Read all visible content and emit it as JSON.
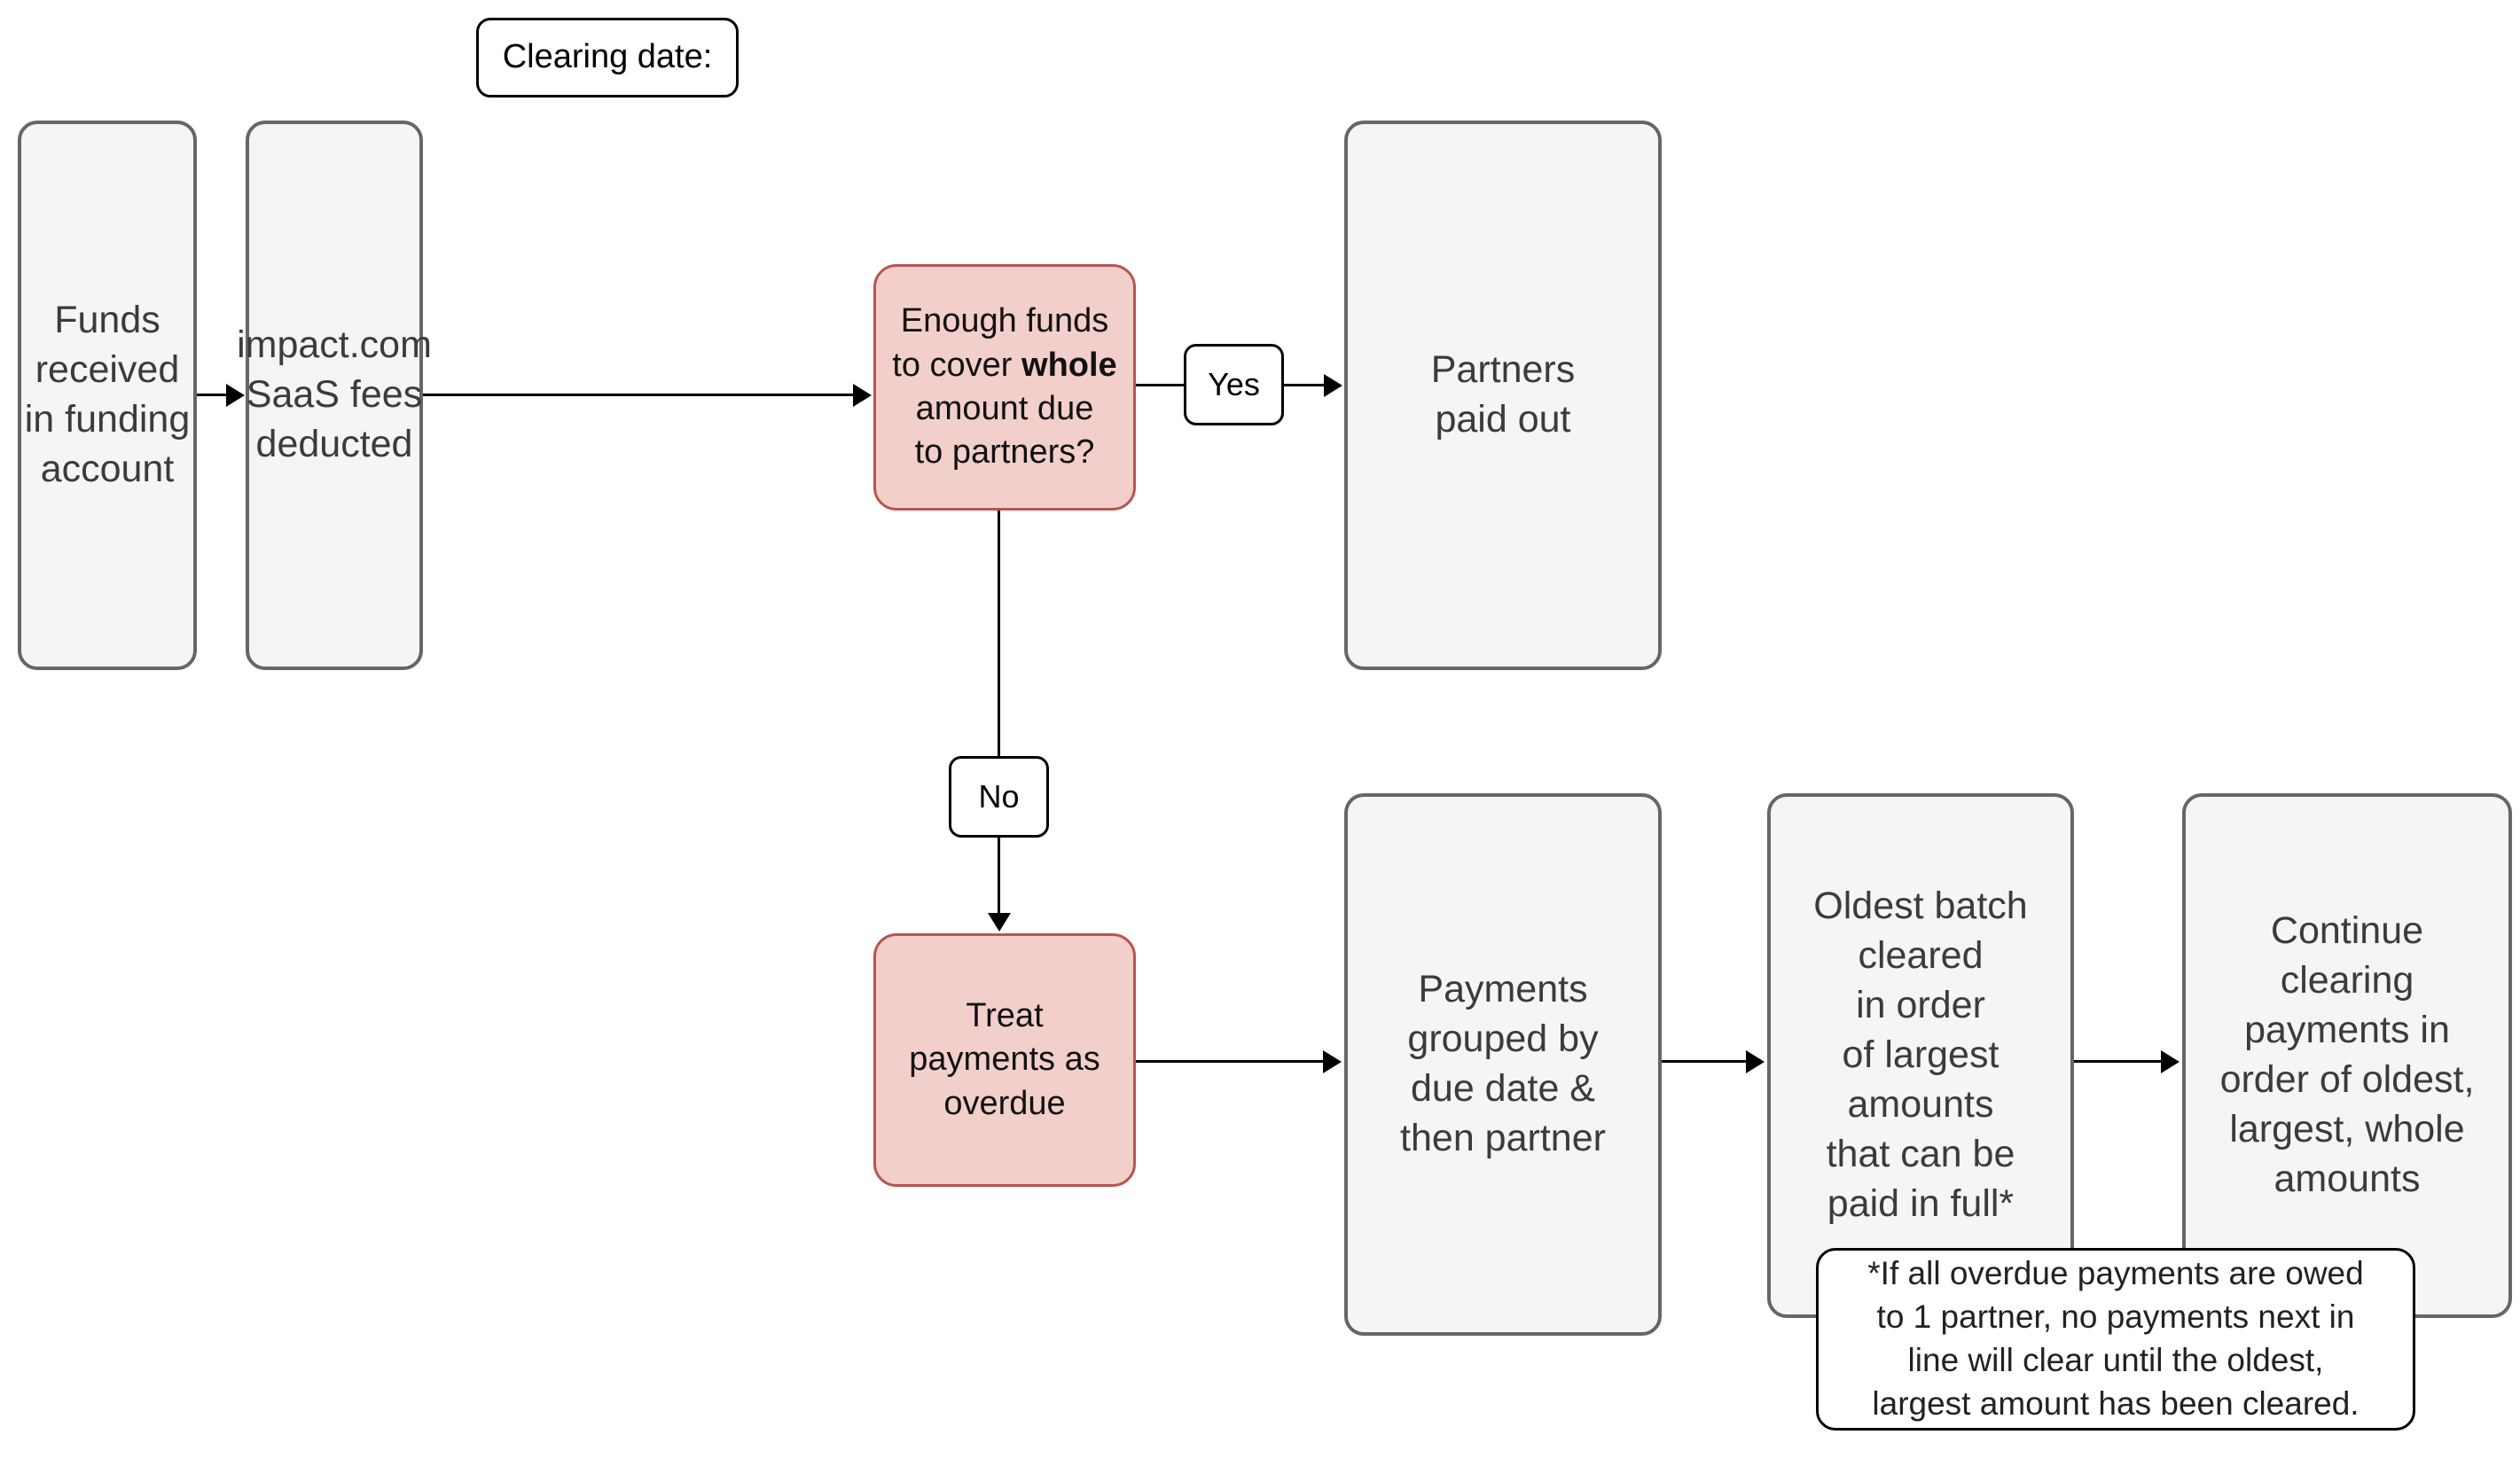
{
  "diagram": {
    "title": "Partner payment clearing flow",
    "colors": {
      "process_fill": "#f5f5f5",
      "process_stroke": "#666666",
      "decision_fill": "#f2cfcb",
      "decision_stroke": "#b85450",
      "chip_fill": "#ffffff",
      "chip_stroke": "#000000",
      "text": "#3b3b3b",
      "background": "#ffffff"
    },
    "labels": {
      "clearing_date": "Clearing date:",
      "yes": "Yes",
      "no": "No"
    },
    "nodes": {
      "funds_received": "Funds received\nin funding\naccount",
      "saas_fees": "impact.com\nSaaS fees\ndeducted",
      "enough_funds_pre": "Enough funds\nto cover ",
      "enough_funds_bold": "whole",
      "enough_funds_post": "\namount due\nto partners?",
      "partners_paid": "Partners\npaid out",
      "treat_overdue": "Treat\npayments as\noverdue",
      "grouped": "Payments\ngrouped by\ndue date &\nthen partner",
      "oldest_batch": "Oldest batch\ncleared\nin order\nof largest\namounts\nthat can be\npaid in full*",
      "continue_clearing": "Continue\nclearing\npayments in\norder of oldest,\nlargest, whole\namounts"
    },
    "footnote": "*If all overdue payments are owed\nto 1 partner, no payments next in\nline will clear until the oldest,\nlargest amount has been cleared."
  }
}
